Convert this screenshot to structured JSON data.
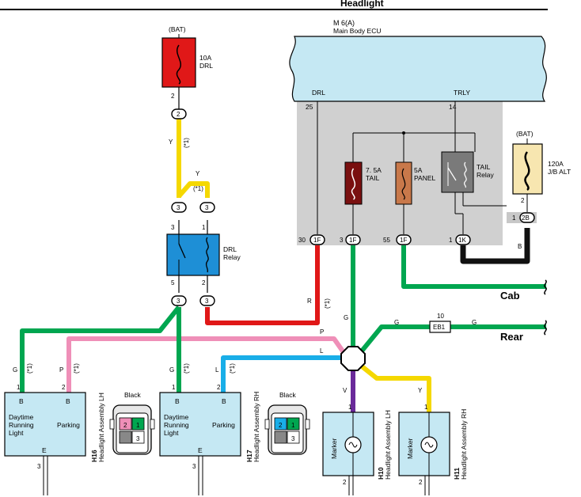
{
  "header": {
    "title": "Headlight"
  },
  "ecu": {
    "code": "M 6(A)",
    "name": "Main Body ECU",
    "pin_drl_label": "DRL",
    "pin_drl_no": "25",
    "pin_trly_label": "TRLY",
    "pin_trly_no": "14"
  },
  "fuse_drl": {
    "source": "(BAT)",
    "rating": "10A",
    "name": "DRL",
    "pin": "2",
    "conn": "2"
  },
  "fuse_alt": {
    "source": "(BAT)",
    "rating": "120A",
    "name": "J/B ALT",
    "pin": "2",
    "conn_pin": "1",
    "conn": "2B"
  },
  "fuse_tail": {
    "rating": "7. 5A",
    "name": "TAIL"
  },
  "fuse_panel": {
    "rating": "5A",
    "name": "PANEL"
  },
  "tail_relay": {
    "line1": "TAIL",
    "line2": "Relay"
  },
  "drl_relay": {
    "line1": "DRL",
    "line2": "Relay",
    "pin3": "3",
    "pin1": "1",
    "pin5": "5",
    "pin2": "2",
    "conn_top_l": "3",
    "conn_top_r": "3",
    "conn_bot_l": "3",
    "conn_bot_r": "3"
  },
  "jb_pins": {
    "p30": "30",
    "c30": "1F",
    "p3": "3",
    "c3": "1F",
    "p55": "55",
    "c55": "1F",
    "p1": "1",
    "c1": "1K"
  },
  "wire_labels": {
    "y1": "Y",
    "y2": "Y",
    "r": "R",
    "b": "B",
    "g_drop": "G",
    "g_rear1": "G",
    "g_rear2": "G",
    "p": "P",
    "l": "L",
    "v": "V",
    "y3": "Y",
    "g_lh": "G",
    "p_lh": "P",
    "g_rh": "G",
    "l_rh": "L"
  },
  "note": "(*1)",
  "destinations": {
    "cab": "Cab",
    "rear": "Rear",
    "eb1": "EB1",
    "eb1_pin": "10"
  },
  "h16": {
    "code": "H16",
    "name": "Headlight Assembly LH",
    "pin_b1": "B",
    "pin_b2": "B",
    "drl_l1": "Daytime",
    "drl_l2": "Running",
    "drl_l3": "Light",
    "parking": "Parking",
    "ground": "E",
    "n1": "1",
    "n2": "2",
    "n3": "3"
  },
  "h17": {
    "code": "H17",
    "name": "Headlight Assembly RH",
    "pin_b1": "B",
    "pin_b2": "B",
    "drl_l1": "Daytime",
    "drl_l2": "Running",
    "drl_l3": "Light",
    "parking": "Parking",
    "ground": "E",
    "n1": "1",
    "n2": "2",
    "n3": "3"
  },
  "h10": {
    "code": "H10",
    "name": "Headlight Assembly LH",
    "label": "Marker",
    "n1": "1",
    "n2": "2"
  },
  "h11": {
    "code": "H11",
    "name": "Headlight Assembly RH",
    "label": "Marker",
    "n1": "1",
    "n2": "2"
  },
  "connector_lh": {
    "label": "Black",
    "n1": "1",
    "n2": "2",
    "n3": "3"
  },
  "connector_rh": {
    "label": "Black",
    "n1": "1",
    "n2": "2",
    "n3": "3"
  },
  "colors": {
    "yellow": "#f5d800",
    "red": "#e01818",
    "green": "#00a650",
    "black": "#111111",
    "pink": "#ef8fb8",
    "blue": "#19aee8",
    "violet": "#6a2a9a",
    "ecu_fill": "#c5e8f3",
    "relay_fill": "#1e8fd6",
    "grey_panel": "#d0d0d0"
  }
}
